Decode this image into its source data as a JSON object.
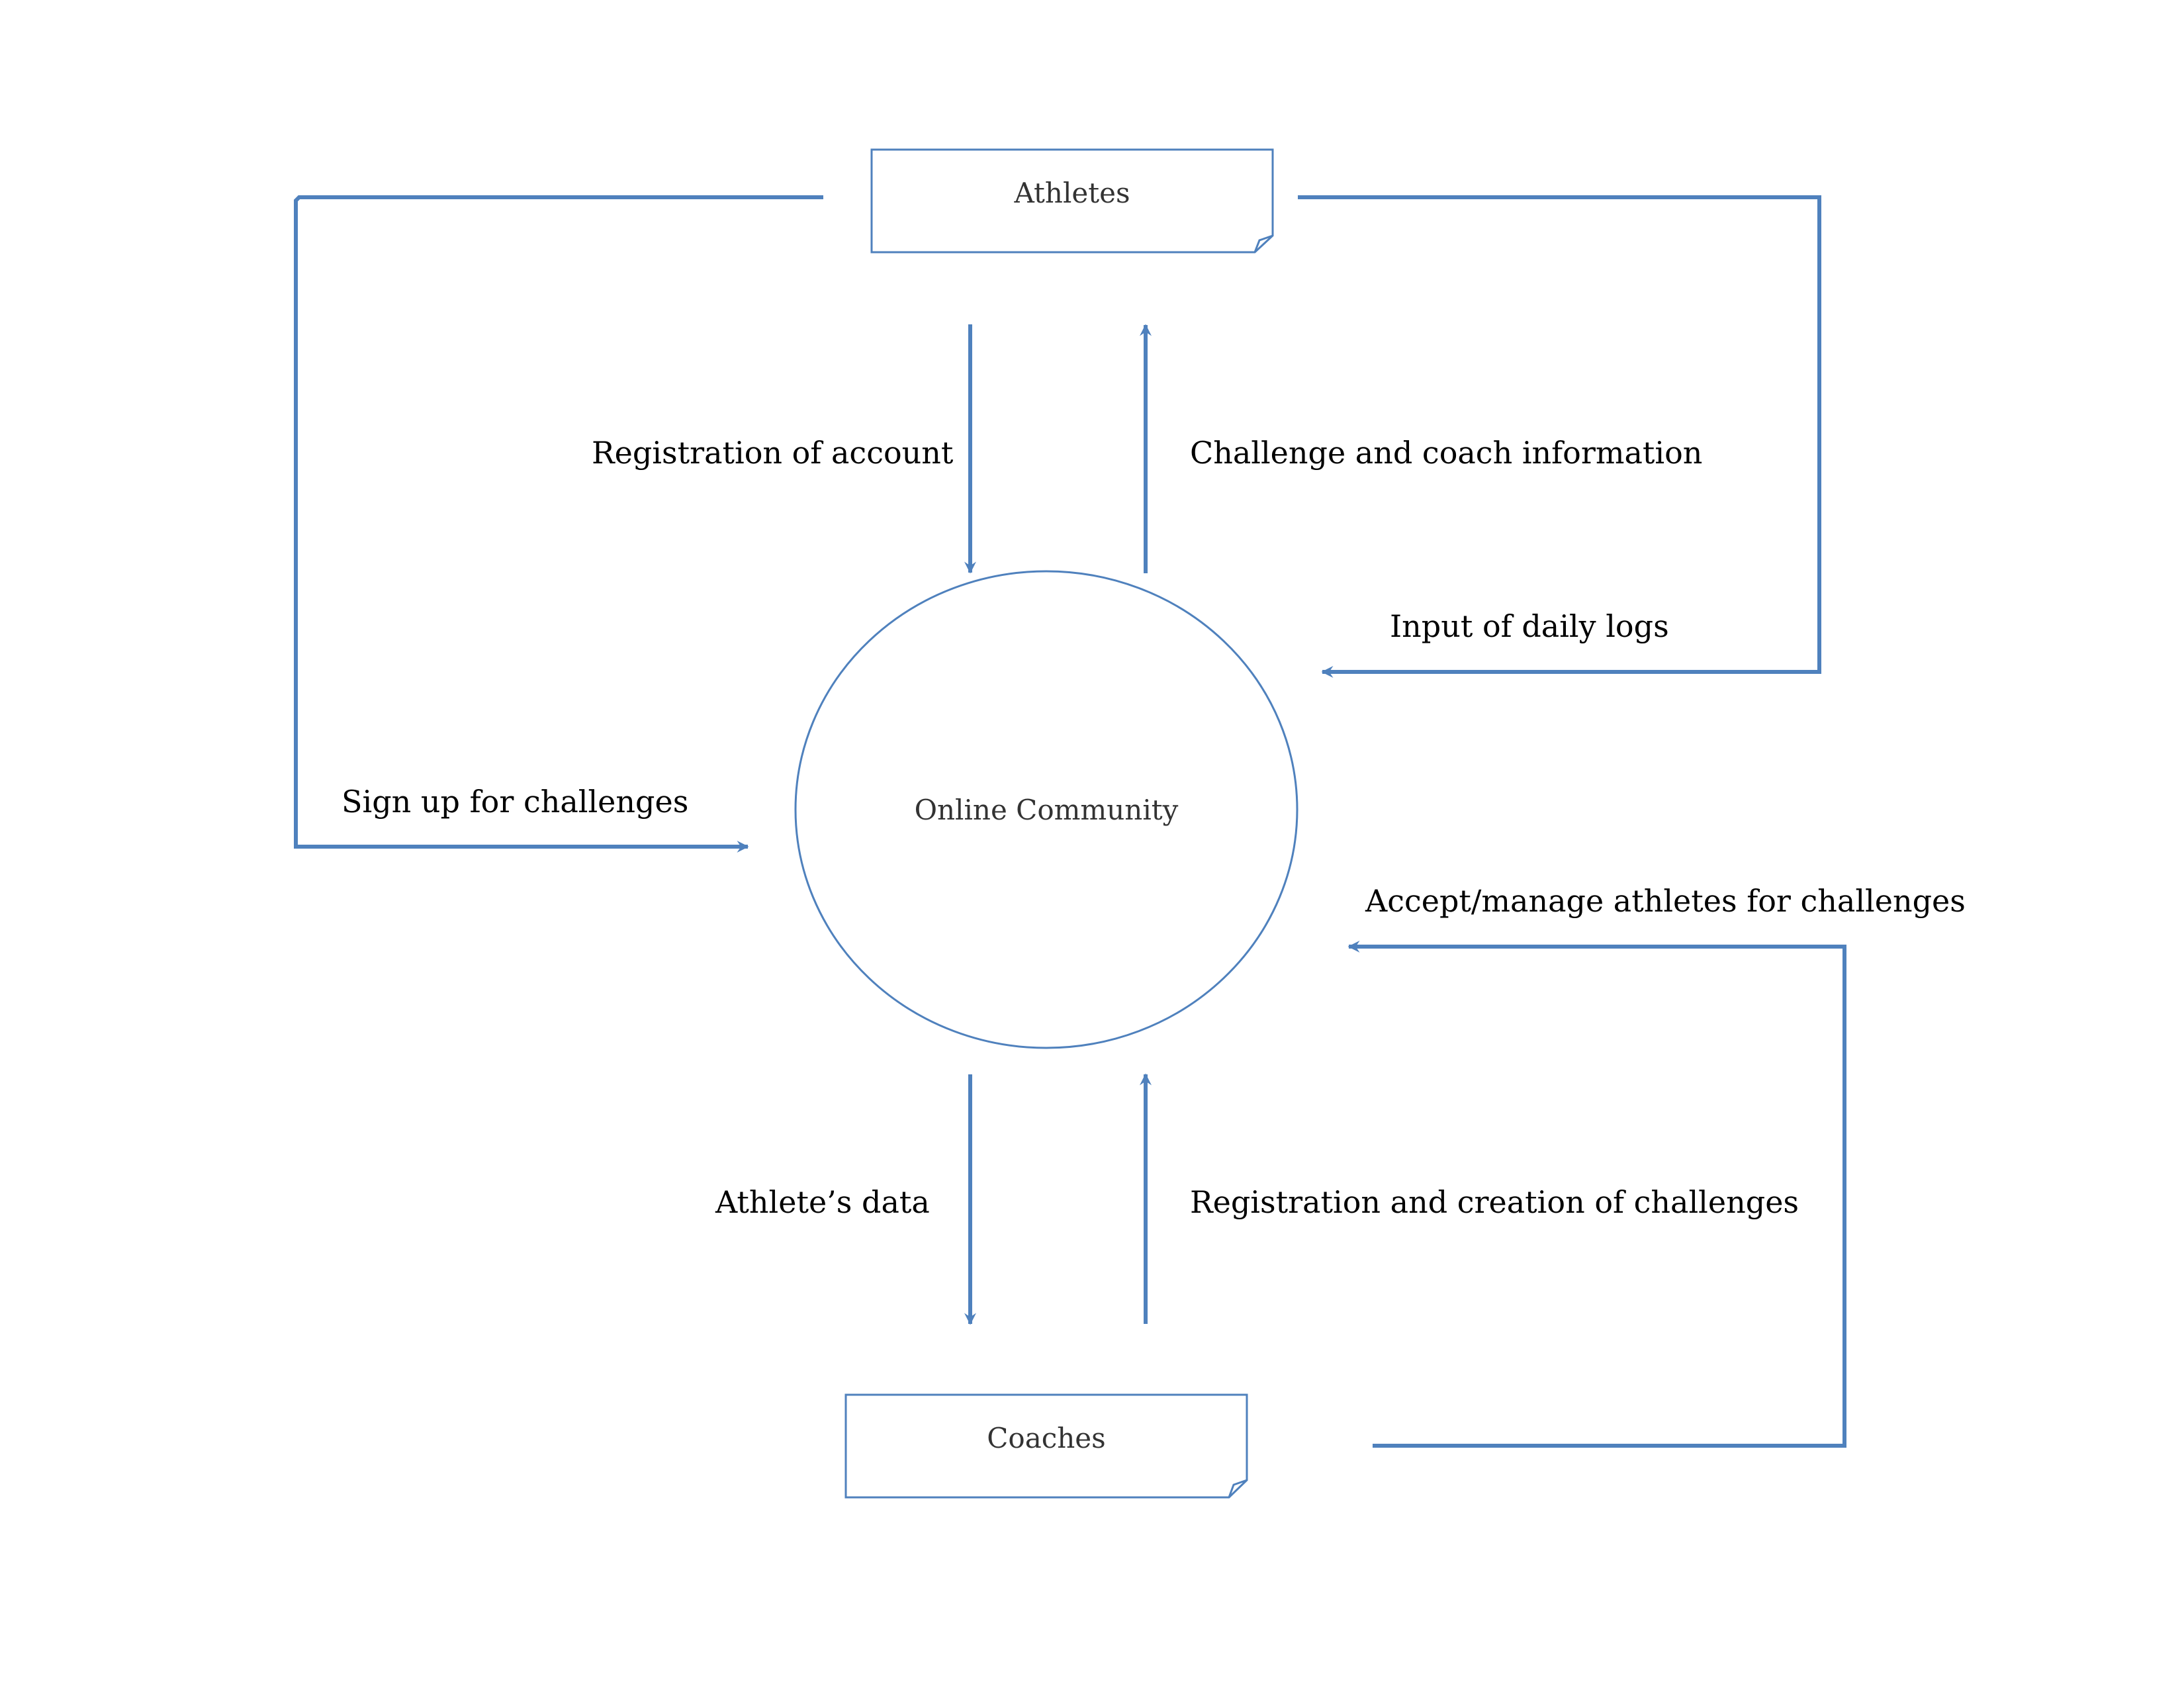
{
  "colors": {
    "line": "#4F81BD",
    "node_text": "#333333",
    "flow_text": "#000000",
    "background": "#FFFFFF"
  },
  "nodes": {
    "athletes": "Athletes",
    "coaches": "Coaches",
    "process": "Online Community"
  },
  "flows": {
    "registration_of_account": "Registration of account",
    "challenge_and_coach_information": "Challenge and coach information",
    "input_of_daily_logs": "Input of daily logs",
    "sign_up_for_challenges": "Sign up for challenges",
    "accept_manage_athletes": "Accept/manage athletes for challenges",
    "athletes_data": "Athlete’s data",
    "registration_and_creation": "Registration and creation of challenges"
  }
}
